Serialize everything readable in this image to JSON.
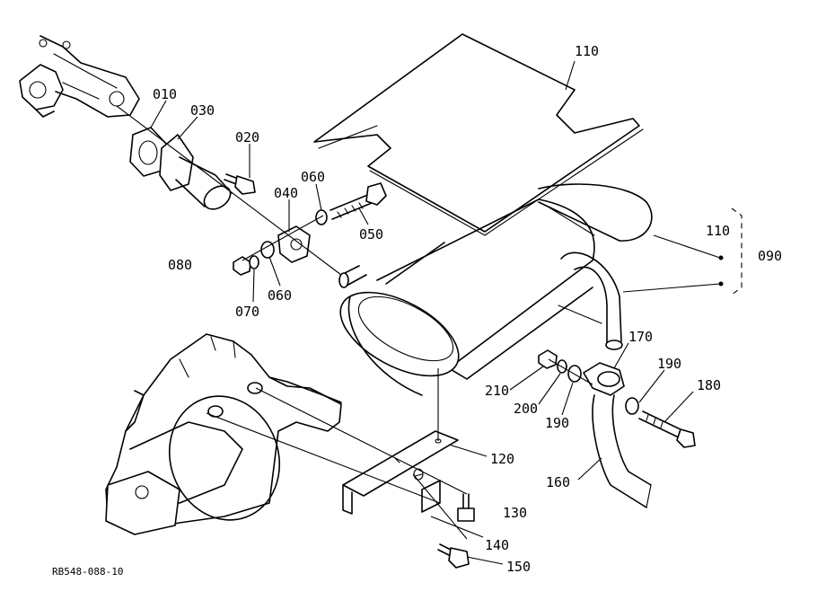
{
  "figure": {
    "reference_code": "RB548-088-10",
    "parts": [
      {
        "id": "p010",
        "label": "010"
      },
      {
        "id": "p030",
        "label": "030"
      },
      {
        "id": "p020",
        "label": "020"
      },
      {
        "id": "p060a",
        "label": "060"
      },
      {
        "id": "p040",
        "label": "040"
      },
      {
        "id": "p050",
        "label": "050"
      },
      {
        "id": "p080",
        "label": "080"
      },
      {
        "id": "p070",
        "label": "070"
      },
      {
        "id": "p060b",
        "label": "060"
      },
      {
        "id": "p110a",
        "label": "110"
      },
      {
        "id": "p110b",
        "label": "110"
      },
      {
        "id": "p090",
        "label": "090"
      },
      {
        "id": "p170",
        "label": "170"
      },
      {
        "id": "p190a",
        "label": "190"
      },
      {
        "id": "p180",
        "label": "180"
      },
      {
        "id": "p210",
        "label": "210"
      },
      {
        "id": "p200",
        "label": "200"
      },
      {
        "id": "p190b",
        "label": "190"
      },
      {
        "id": "p160",
        "label": "160"
      },
      {
        "id": "p120",
        "label": "120"
      },
      {
        "id": "p130",
        "label": "130"
      },
      {
        "id": "p140",
        "label": "140"
      },
      {
        "id": "p150",
        "label": "150"
      }
    ]
  }
}
